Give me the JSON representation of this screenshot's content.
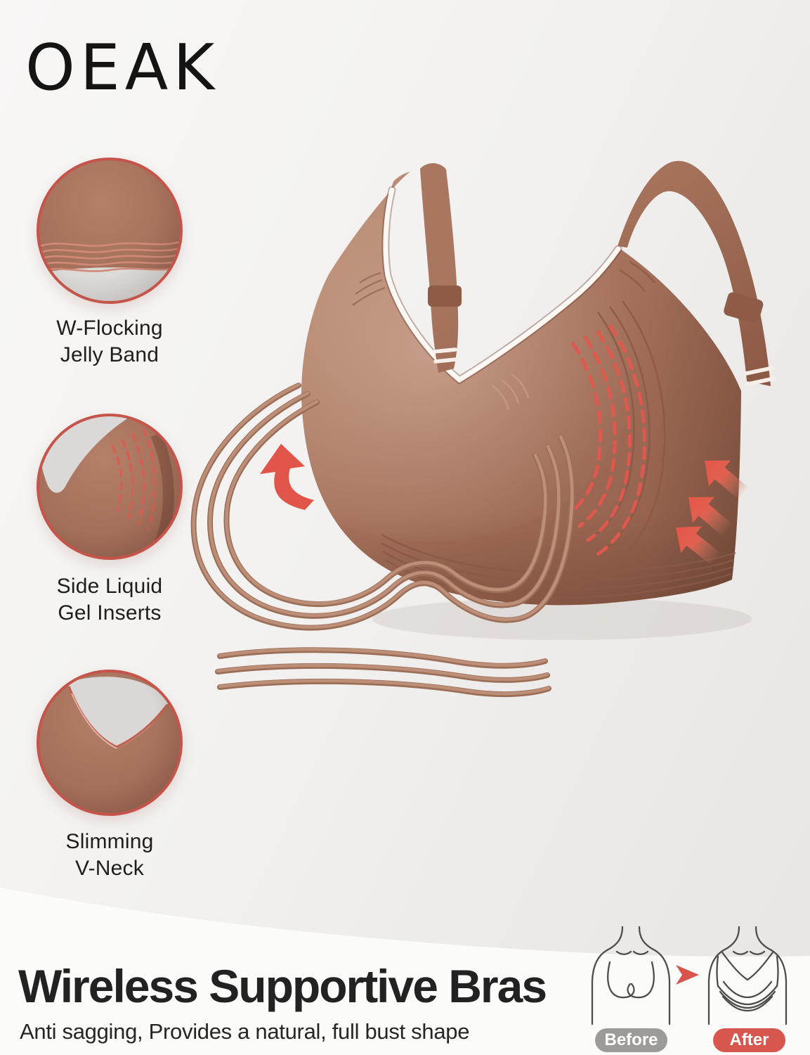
{
  "brand": {
    "logo_text": "OEAK"
  },
  "features": [
    {
      "line1": "W-Flocking",
      "line2": "Jelly Band"
    },
    {
      "line1": "Side Liquid",
      "line2": "Gel Inserts"
    },
    {
      "line1": "Slimming",
      "line2": "V-Neck"
    }
  ],
  "headline": {
    "title": "Wireless Supportive Bras",
    "subtitle": "Anti sagging, Provides a natural, full bust shape"
  },
  "comparison": {
    "before": "Before",
    "after": "After"
  },
  "colors": {
    "accent_red": "#DE574C",
    "ring_red": "#C5544B",
    "bra_brown": "#A06B57",
    "strand_brown": "#B5876F",
    "trim_white": "#FDF8F4",
    "badge_gray": "#9C9B98",
    "badge_red": "#D7564E",
    "text_dark": "#232323",
    "background_gray": "#F1F0EE"
  }
}
